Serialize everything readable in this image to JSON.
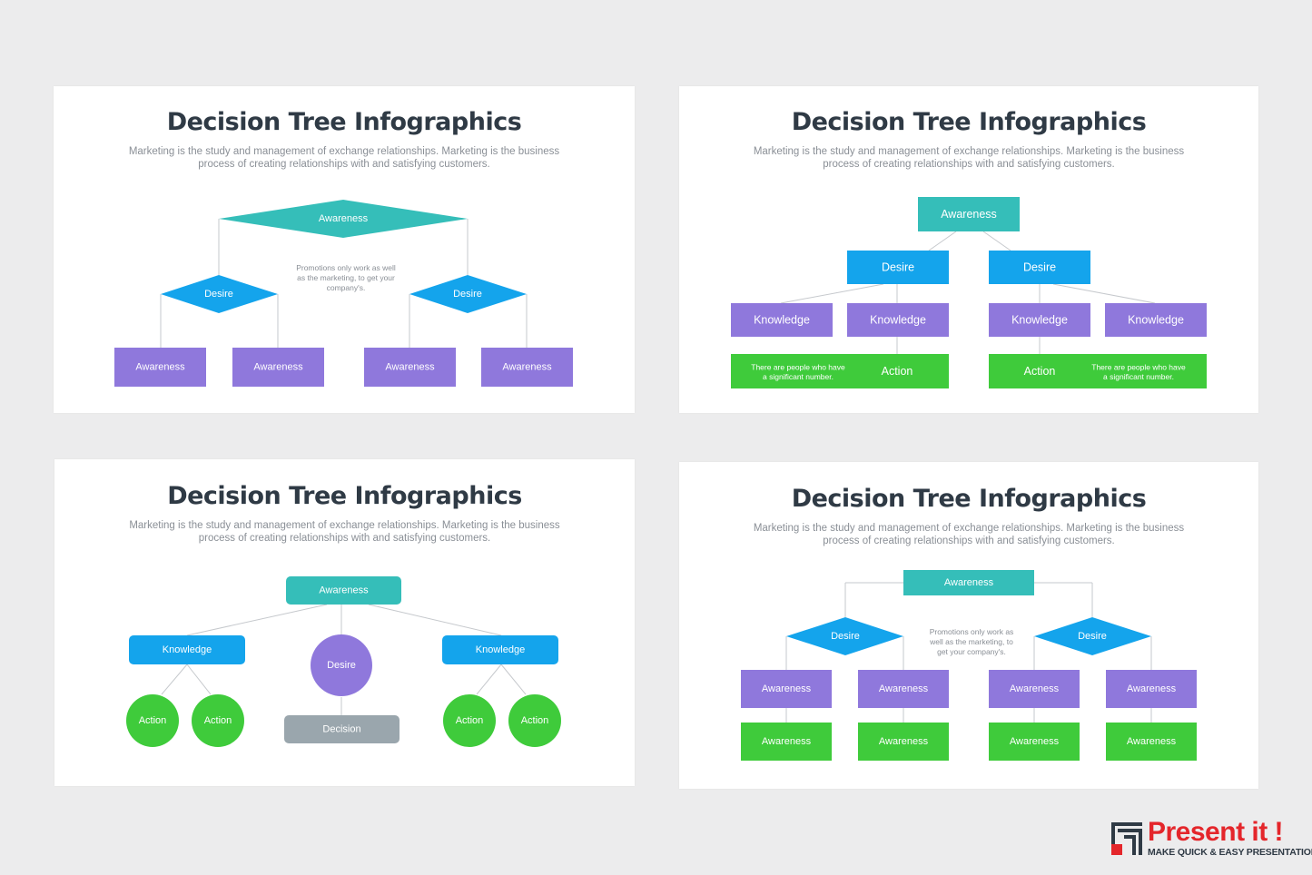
{
  "colors": {
    "teal": "#35beb9",
    "blue": "#14a4ec",
    "purple": "#8f78dc",
    "green": "#3fcb3b",
    "gray": "#9aa6ad",
    "title": "#2f3a45",
    "brand_red": "#e4262b"
  },
  "slides": [
    {
      "title": "Decision Tree Infographics",
      "subtitle": "Marketing is the study and management of exchange relationships. Marketing is the business process of creating relationships with and satisfying customers.",
      "root": "Awareness",
      "desire_left": "Desire",
      "desire_right": "Desire",
      "note": [
        "Promotions only work as well",
        "as the marketing, to get your",
        "company's."
      ],
      "leaves": [
        "Awareness",
        "Awareness",
        "Awareness",
        "Awareness"
      ]
    },
    {
      "title": "Decision Tree Infographics",
      "subtitle": "Marketing is the study and management of exchange relationships. Marketing is the business process of creating relationships with and satisfying customers.",
      "root": "Awareness",
      "desire_left": "Desire",
      "desire_right": "Desire",
      "knowledge": [
        "Knowledge",
        "Knowledge",
        "Knowledge",
        "Knowledge"
      ],
      "action_left": "Action",
      "action_right": "Action",
      "note_left": [
        "There are people who have",
        "a significant number."
      ],
      "note_right": [
        "There are people who have",
        "a significant number."
      ]
    },
    {
      "title": "Decision Tree Infographics",
      "subtitle": "Marketing is the study and management of exchange relationships. Marketing is the business process of creating relationships with and satisfying customers.",
      "root": "Awareness",
      "knowledge_left": "Knowledge",
      "knowledge_right": "Knowledge",
      "desire": "Desire",
      "decision": "Decision",
      "actions": [
        "Action",
        "Action",
        "Action",
        "Action"
      ]
    },
    {
      "title": "Decision Tree Infographics",
      "subtitle": "Marketing is the study and management of exchange relationships. Marketing is the business process of creating relationships with and satisfying customers.",
      "root": "Awareness",
      "desire_left": "Desire",
      "desire_right": "Desire",
      "note": [
        "Promotions only work as",
        "well as the marketing, to",
        "get your company's."
      ],
      "purple_row": [
        "Awareness",
        "Awareness",
        "Awareness",
        "Awareness"
      ],
      "green_row": [
        "Awareness",
        "Awareness",
        "Awareness",
        "Awareness"
      ]
    }
  ],
  "brand": {
    "name": "Present it !",
    "tagline": "MAKE QUICK & EASY PRESENTATIONS",
    "logo_icon": "stacked-bars-icon"
  }
}
